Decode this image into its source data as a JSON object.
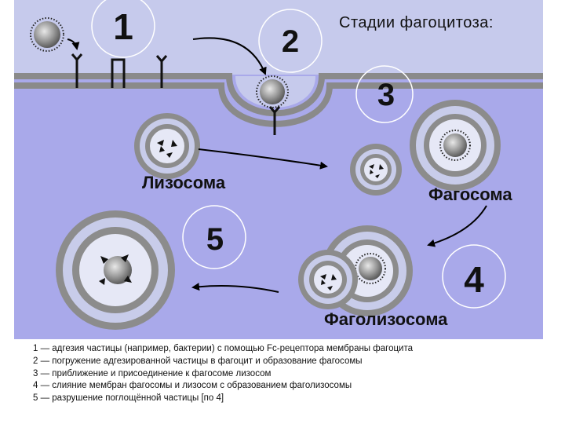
{
  "title": "Стадии фагоцитоза:",
  "stage_numbers": [
    "1",
    "2",
    "3",
    "4",
    "5"
  ],
  "labels": {
    "lysosome": "Лизосома",
    "phagosome": "Фагосома",
    "phagolysosome": "Фаголизосома"
  },
  "legend": [
    "1 — адгезия частицы (например, бактерии) с помощью Fc-рецептора мембраны фагоцита",
    "2 — погружение адгезированной частицы в фагоцит и образование фагосомы",
    "3 — приближение и присоединение к фагосоме лизосом",
    "4 — слияние мембран фагосомы и лизосом с образованием фаголизосомы",
    "5 — разрушение поглощённой частицы [по 4]"
  ],
  "colors": {
    "background": "#a9a9ea",
    "extracellular": "#c6caec",
    "membrane": "#8c8c8c",
    "vesicle_fill": "#c8ccea",
    "particle": "#7a7a7a"
  }
}
